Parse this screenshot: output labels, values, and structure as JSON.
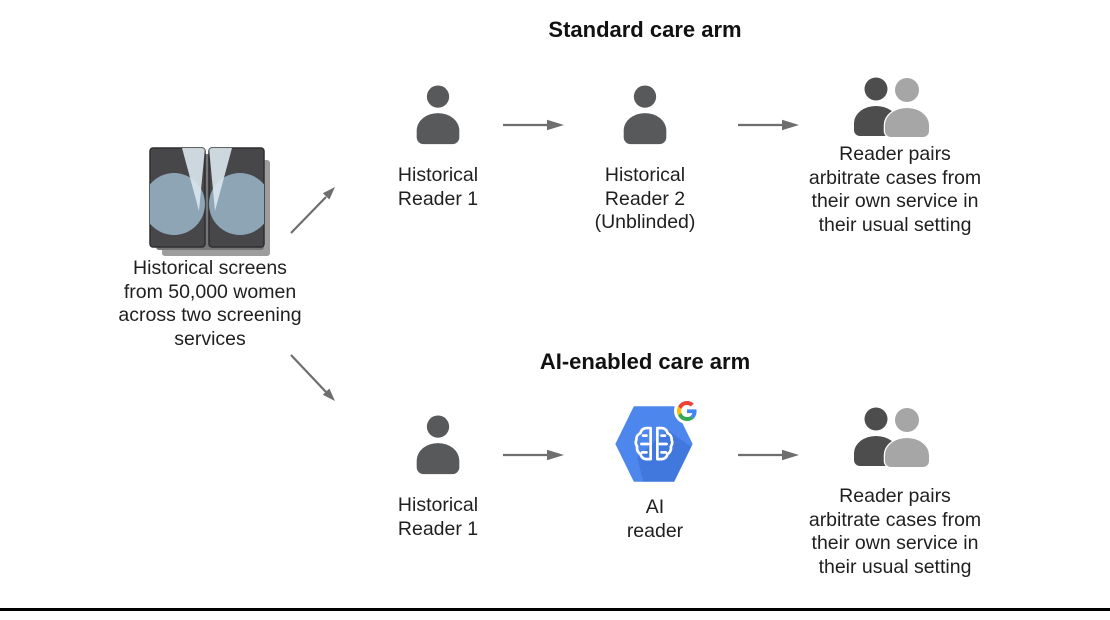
{
  "source": {
    "caption": "Historical screens\nfrom 50,000 women\nacross two screening\nservices"
  },
  "standard_arm": {
    "title": "Standard care arm",
    "reader1_label": "Historical\nReader 1",
    "reader2_label": "Historical\nReader 2\n(Unblinded)",
    "outcome_label": "Reader pairs\narbitrate cases from\ntheir own service in\ntheir usual setting"
  },
  "ai_arm": {
    "title": "AI-enabled care arm",
    "reader1_label": "Historical\nReader 1",
    "ai_reader_label": "AI\nreader",
    "outcome_label": "Reader pairs\narbitrate cases from\ntheir own service in\ntheir usual setting"
  },
  "icons": {
    "mammogram": "mammogram-films-icon",
    "person": "person-icon",
    "reader_pair": "reader-pair-icon",
    "ai_hexagon": "ai-brain-hexagon-icon",
    "google_g": "google-g-icon",
    "flow_arrow": "flow-arrow"
  },
  "colors": {
    "person_gray": "#58595b",
    "pair_dark": "#4d4d4d",
    "pair_light": "#a6a6a6",
    "arrow_gray": "#6e6e6e",
    "hexagon_blue": "#4d86ec",
    "hexagon_shade": "#3b6fd3",
    "film_dark": "#47474a",
    "breast_blue": "#8ea5b6",
    "text": "#1f1f1f",
    "bottom_rule": "#000000"
  }
}
